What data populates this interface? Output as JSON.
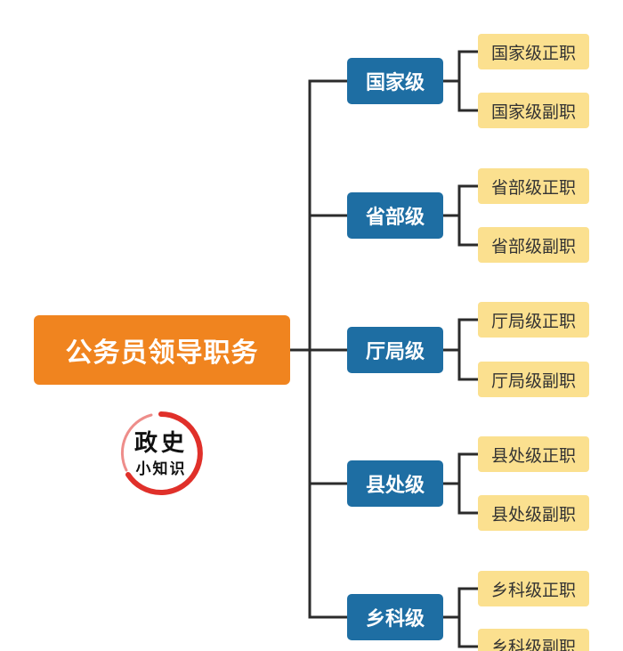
{
  "root": {
    "label": "公务员领导职务"
  },
  "levels": [
    {
      "label": "国家级",
      "positions": [
        "国家级正职",
        "国家级副职"
      ]
    },
    {
      "label": "省部级",
      "positions": [
        "省部级正职",
        "省部级副职"
      ]
    },
    {
      "label": "厅局级",
      "positions": [
        "厅局级正职",
        "厅局级副职"
      ]
    },
    {
      "label": "县处级",
      "positions": [
        "县处级正职",
        "县处级副职"
      ]
    },
    {
      "label": "乡科级",
      "positions": [
        "乡科级正职",
        "乡科级副职"
      ]
    }
  ],
  "stamp": {
    "line1": "政史",
    "line2": "小知识"
  },
  "colors": {
    "root": "#f0841f",
    "level": "#1e6ea3",
    "leaf": "#fbe08f",
    "connector": "#2b2b2b",
    "stamp_ring": "#e0302a"
  }
}
